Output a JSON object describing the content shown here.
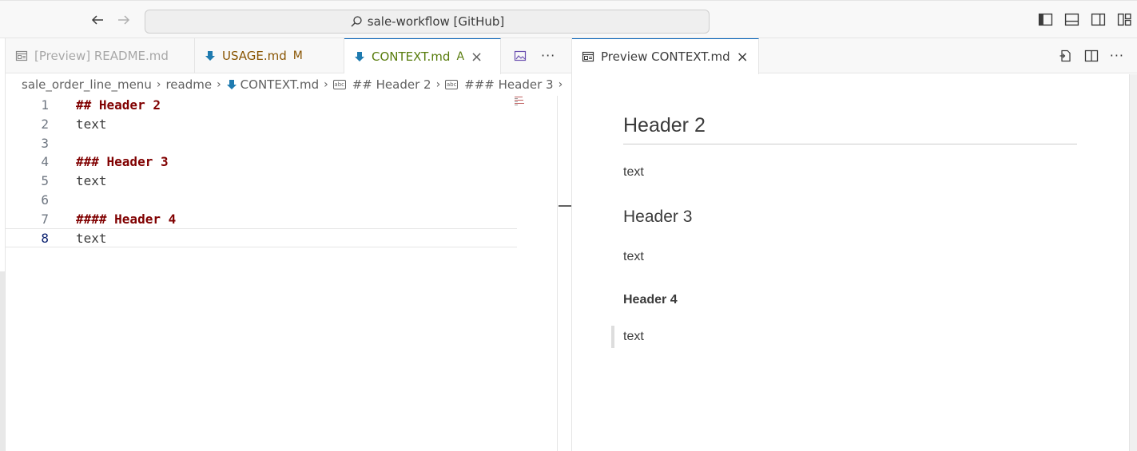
{
  "titlebar": {
    "back_icon": "arrow-left-icon",
    "forward_icon": "arrow-right-icon",
    "command_center_text": "sale-workflow [GitHub]"
  },
  "group1": {
    "tabs": [
      {
        "label": "[Preview] README.md",
        "state": "inactive"
      },
      {
        "label": "USAGE.md",
        "badge": "M",
        "state": "inactive"
      },
      {
        "label": "CONTEXT.md",
        "badge": "A",
        "state": "active"
      }
    ],
    "more_label": "···",
    "breadcrumb": [
      "sale_order_line_menu",
      "readme",
      "CONTEXT.md",
      "## Header 2",
      "### Header 3"
    ],
    "lines": [
      {
        "n": "1",
        "text": "## Header 2",
        "kind": "heading"
      },
      {
        "n": "2",
        "text": "text",
        "kind": "text"
      },
      {
        "n": "3",
        "text": "",
        "kind": "text"
      },
      {
        "n": "4",
        "text": "### Header 3",
        "kind": "heading"
      },
      {
        "n": "5",
        "text": "text",
        "kind": "text"
      },
      {
        "n": "6",
        "text": "",
        "kind": "text"
      },
      {
        "n": "7",
        "text": "#### Header 4",
        "kind": "heading"
      },
      {
        "n": "8",
        "text": "text",
        "kind": "text"
      }
    ]
  },
  "group2": {
    "tab_label": "Preview CONTEXT.md",
    "more_label": "···",
    "preview": {
      "h2": "Header 2",
      "p1": "text",
      "h3": "Header 3",
      "p2": "text",
      "h4": "Header 4",
      "p3": "text"
    }
  },
  "colors": {
    "accent": "#005fb8",
    "heading_code": "#800000",
    "modified": "#895503",
    "added": "#587c0c"
  }
}
